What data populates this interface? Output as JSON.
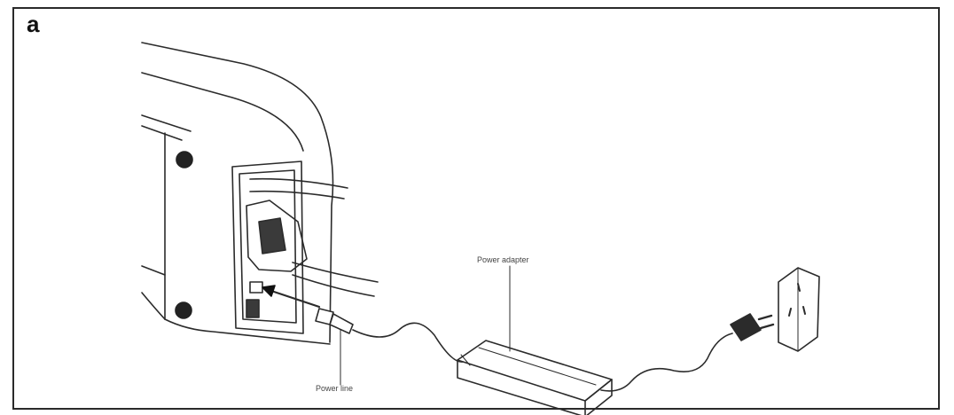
{
  "figure": {
    "panel_label": "a",
    "labels": {
      "power_adapter": "Power adapter",
      "power_line": "Power line"
    }
  }
}
